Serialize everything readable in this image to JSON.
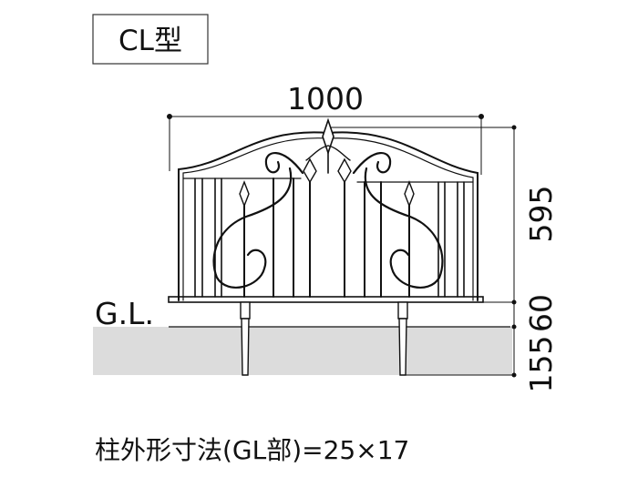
{
  "type_label": "CL型",
  "dimensions": {
    "width": "1000",
    "height_above": "595",
    "height_base": "60",
    "depth_below": "155"
  },
  "ground_label": "G.L.",
  "caption": "柱外形寸法(GL部)=25×17",
  "colors": {
    "line": "#111111",
    "ground": "#dcdcdc",
    "background": "#ffffff"
  }
}
